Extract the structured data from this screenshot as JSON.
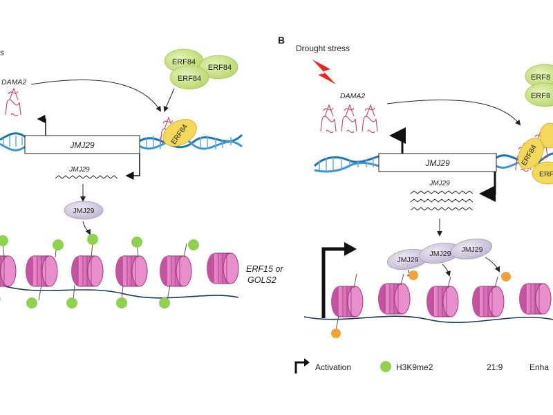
{
  "panel_a": {
    "partial_label": "s",
    "gene_product": "DAMA2",
    "erf_cluster": [
      "ERF84",
      "ERF84",
      "ERF84"
    ],
    "bound_erf": "ERF84",
    "gene_box": "JMJ29",
    "transcript": "JMJ29",
    "protein": "JMJ29",
    "targets_line1": "ERF15 or",
    "targets_line2": "GOLS2"
  },
  "panel_b": {
    "letter": "B",
    "stress": "Drought stress",
    "gene_product": "DAMA2",
    "erf_cluster": [
      "ERF8",
      "ERF8"
    ],
    "bound_erf": [
      "ERF84",
      "ERF"
    ],
    "gene_box": "JMJ29",
    "transcript": "JMJ29",
    "proteins": [
      "JMJ29",
      "JMJ29",
      "JMJ29"
    ]
  },
  "legend": {
    "activation": "Activation",
    "mark": "H3K9me2",
    "ratio": "21:9",
    "enhancer": "Enha"
  },
  "colors": {
    "dna_blue": "#1a73b5",
    "erf_green": "#c6e07a",
    "erf_yellow": "#f3d85a",
    "nucleosome_pink": "#d86bb5",
    "h3k9me2_green": "#8fd14f",
    "mark_orange": "#f2a23a",
    "jmj_protein": "#c9c1dc",
    "stress_red": "#e8281e"
  }
}
